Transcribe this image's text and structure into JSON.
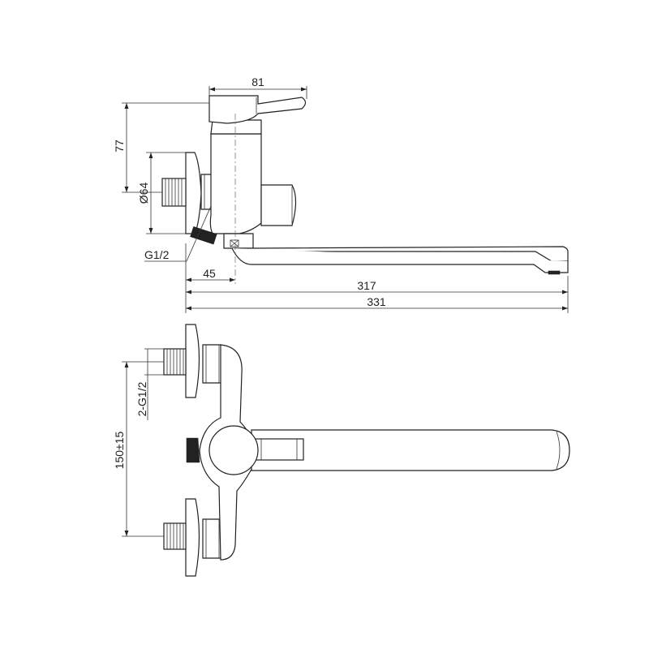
{
  "dimensions": {
    "top_width": "81",
    "top_height": "77",
    "flange_diameter": "Ø64",
    "inlet_thread": "G1/2",
    "offset_45": "45",
    "spout_reach": "317",
    "overall_length": "331",
    "inlet_thread_pair": "2-G1/2",
    "center_distance": "150±15"
  },
  "colors": {
    "line": "#222222",
    "background": "#ffffff"
  }
}
